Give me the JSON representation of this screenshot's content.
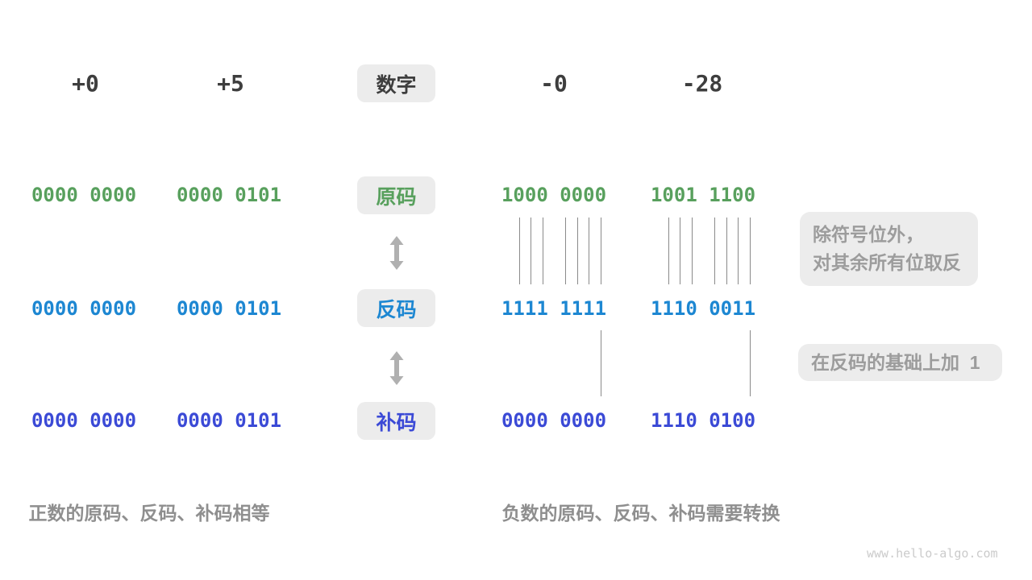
{
  "colors": {
    "sign_magnitude_green": "#58a05d",
    "ones_complement_blue": "#1d87d2",
    "twos_complement_indigo": "#3b4ad6",
    "pill_background": "#ececec",
    "note_text_gray": "#9c9c9c",
    "caption_gray": "#8f8f8f",
    "bit_line_gray": "#8a8a8a",
    "arrow_gray": "#b0b0b0",
    "watermark_gray": "#cbcbcb"
  },
  "header": {
    "pill": "数字",
    "values": [
      "+0",
      "+5",
      "-0",
      "-28"
    ]
  },
  "rows": [
    {
      "label": "原码",
      "values": [
        "0000 0000",
        "0000 0101",
        "1000 0000",
        "1001 1100"
      ]
    },
    {
      "label": "反码",
      "values": [
        "0000 0000",
        "0000 0101",
        "1111 1111",
        "1110 0011"
      ]
    },
    {
      "label": "补码",
      "values": [
        "0000 0000",
        "0000 0101",
        "0000 0000",
        "1110 0100"
      ]
    }
  ],
  "annotations": {
    "invert_rule": "除符号位外，\n对其余所有位取反",
    "add_one_rule": "在反码的基础上加  1"
  },
  "captions": {
    "positive": "正数的原码、反码、补码相等",
    "negative": "负数的原码、反码、补码需要转换"
  },
  "watermark": "www.hello-algo.com"
}
